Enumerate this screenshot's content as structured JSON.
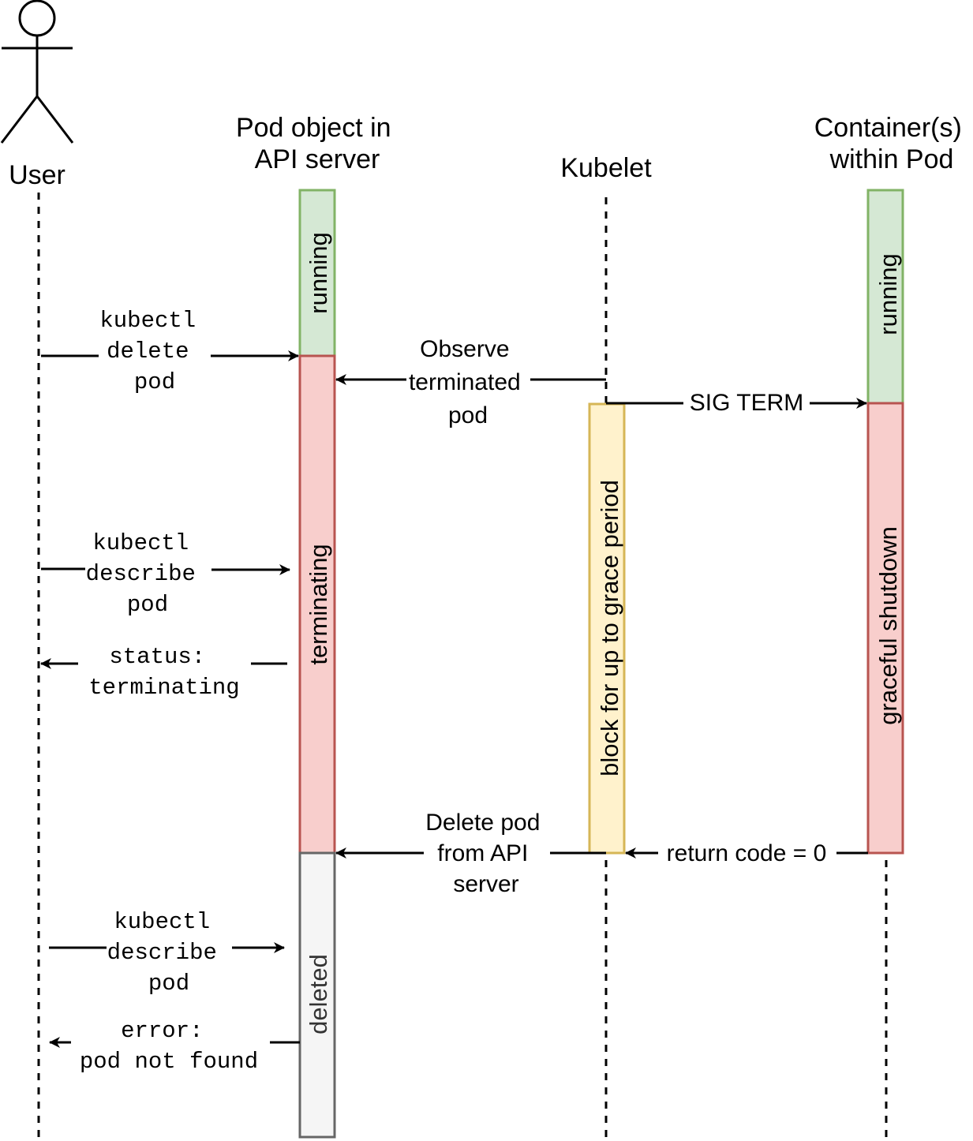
{
  "diagram": {
    "type": "sequence",
    "participants": [
      {
        "id": "user",
        "label_lines": [
          "User"
        ],
        "kind": "actor"
      },
      {
        "id": "api",
        "label_lines": [
          "Pod object in",
          "API server"
        ],
        "kind": "lifeline"
      },
      {
        "id": "kubelet",
        "label_lines": [
          "Kubelet"
        ],
        "kind": "lifeline"
      },
      {
        "id": "container",
        "label_lines": [
          "Container(s)",
          "within Pod"
        ],
        "kind": "lifeline"
      }
    ],
    "states": {
      "api": [
        {
          "label": "running",
          "fill": "#d5e8d4",
          "stroke": "#82b366"
        },
        {
          "label": "terminating",
          "fill": "#f8cecc",
          "stroke": "#b85450"
        },
        {
          "label": "deleted",
          "fill": "#f5f5f5",
          "stroke": "#666666",
          "text_color": "#333333"
        }
      ],
      "kubelet": [
        {
          "label": "block for up to grace period",
          "fill": "#fff2cc",
          "stroke": "#d6b656"
        }
      ],
      "container": [
        {
          "label": "running",
          "fill": "#d5e8d4",
          "stroke": "#82b366"
        },
        {
          "label": "graceful shutdown",
          "fill": "#f8cecc",
          "stroke": "#b85450"
        }
      ]
    },
    "messages": [
      {
        "from": "user",
        "to": "api",
        "lines": [
          "kubectl",
          "delete",
          "pod"
        ],
        "font": "mono"
      },
      {
        "from": "kubelet",
        "to": "api",
        "lines": [
          "Observe",
          "terminated",
          "pod"
        ],
        "font": "sans"
      },
      {
        "from": "kubelet",
        "to": "container",
        "lines": [
          "SIG TERM"
        ],
        "font": "sans"
      },
      {
        "from": "user",
        "to": "api",
        "lines": [
          "kubectl",
          "describe",
          "pod"
        ],
        "font": "mono"
      },
      {
        "from": "api",
        "to": "user",
        "lines": [
          "status:",
          "terminating"
        ],
        "font": "mono"
      },
      {
        "from": "container",
        "to": "kubelet",
        "lines": [
          "return code = 0"
        ],
        "font": "sans"
      },
      {
        "from": "kubelet",
        "to": "api",
        "lines": [
          "Delete pod",
          "from API",
          "server"
        ],
        "font": "sans"
      },
      {
        "from": "user",
        "to": "api",
        "lines": [
          "kubectl",
          "describe",
          "pod"
        ],
        "font": "mono"
      },
      {
        "from": "api",
        "to": "user",
        "lines": [
          "error:",
          "pod not found"
        ],
        "font": "mono"
      }
    ]
  }
}
